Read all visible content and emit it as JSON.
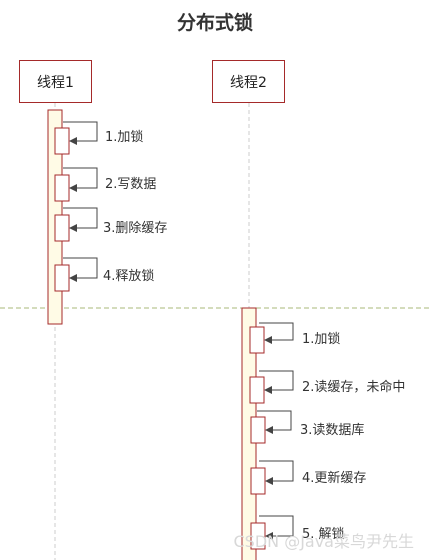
{
  "title": "分布式锁",
  "participants": [
    {
      "label": "线程1"
    },
    {
      "label": "线程2"
    }
  ],
  "messages_thread1": [
    "1.加锁",
    "2.写数据",
    "3.删除缓存",
    "4.释放锁"
  ],
  "messages_thread2": [
    "1.加锁",
    "2.读缓存，未命中",
    "3.读数据库",
    "4.更新缓存",
    "5. 解锁"
  ],
  "watermark": "CSDN @Java菜鸟尹先生",
  "colors": {
    "lifeline_box_border": "#a52a2a",
    "activation_fill": "#fffbe6",
    "divider": "#a8b878",
    "lifeline": "#cccccc",
    "arrow": "#444444"
  }
}
